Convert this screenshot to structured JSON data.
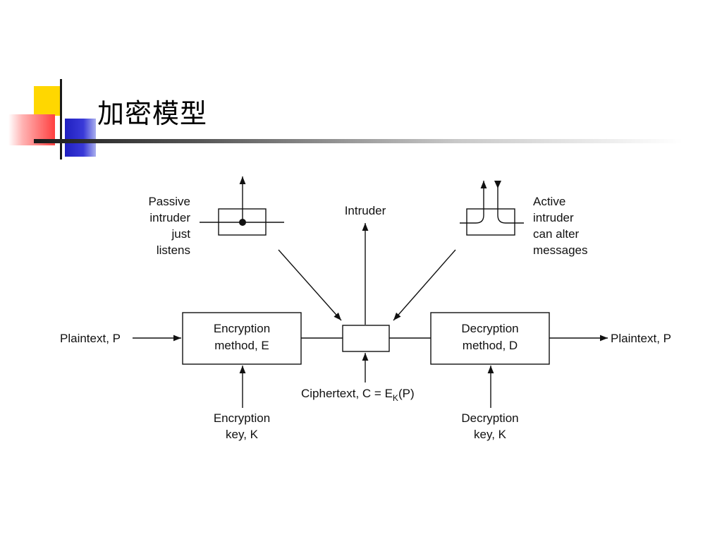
{
  "slide": {
    "title": "加密模型"
  },
  "diagram": {
    "passive_intruder": [
      "Passive",
      "intruder",
      "just",
      "listens"
    ],
    "intruder": "Intruder",
    "active_intruder": [
      "Active",
      "intruder",
      "can alter",
      "messages"
    ],
    "plaintext_in": "Plaintext, P",
    "encryption_method": [
      "Encryption",
      "method, E"
    ],
    "decryption_method": [
      "Decryption",
      "method, D"
    ],
    "plaintext_out": "Plaintext, P",
    "ciphertext": {
      "prefix": "Ciphertext, C = E",
      "subscript": "K",
      "suffix": "(P)"
    },
    "encryption_key": [
      "Encryption",
      "key, K"
    ],
    "decryption_key": [
      "Decryption",
      "key, K"
    ]
  },
  "colors": {
    "accent_yellow": "#ffd700",
    "accent_red": "#ff4d4d",
    "accent_blue": "#2b2bcc",
    "line": "#111111"
  }
}
